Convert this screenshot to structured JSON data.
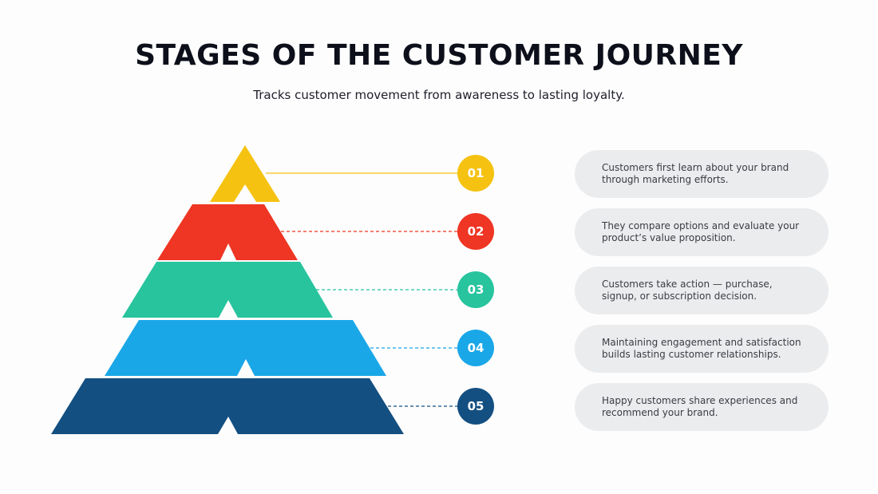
{
  "header": {
    "title": "STAGES OF THE CUSTOMER JOURNEY",
    "subtitle": "Tracks customer movement from awareness to lasting loyalty."
  },
  "stages": [
    {
      "number": "01",
      "color": "#f5c211",
      "description": "Customers first learn about your brand through marketing efforts."
    },
    {
      "number": "02",
      "color": "#ef3523",
      "description": "They compare options and evaluate your product’s value proposition."
    },
    {
      "number": "03",
      "color": "#27c49e",
      "description": "Customers take action — purchase, signup, or subscription decision."
    },
    {
      "number": "04",
      "color": "#1aa7e8",
      "description": "Maintaining engagement and satisfaction builds lasting customer relationships."
    },
    {
      "number": "05",
      "color": "#134f81",
      "description": "Happy customers share experiences and recommend your brand."
    }
  ]
}
